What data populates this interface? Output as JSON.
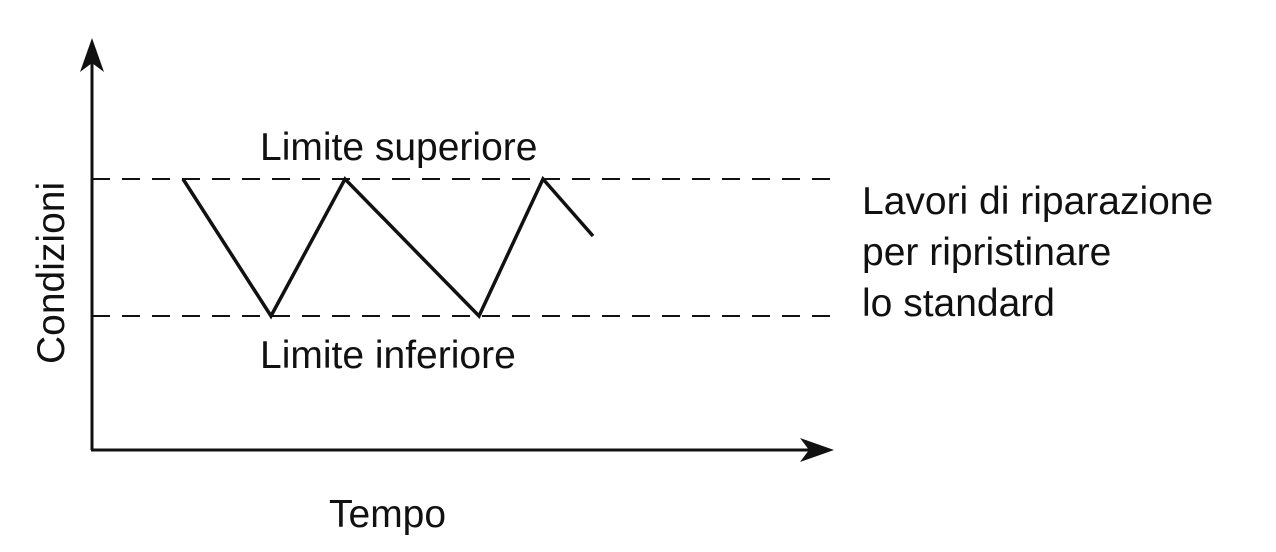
{
  "diagram": {
    "y_axis_label": "Condizioni",
    "x_axis_label": "Tempo",
    "upper_limit_label": "Limite superiore",
    "lower_limit_label": "Limite inferiore",
    "annotation_lines": [
      "Lavori di riparazione",
      "per ripristinare",
      "lo standard"
    ],
    "line_color": "#111111"
  }
}
